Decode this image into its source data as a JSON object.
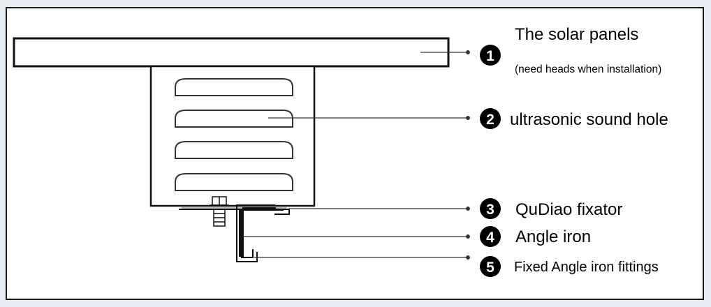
{
  "labels": {
    "l1": {
      "num": "1",
      "title": "The solar panels",
      "note": "(need heads when installation)"
    },
    "l2": {
      "num": "2",
      "title": "ultrasonic sound hole"
    },
    "l3": {
      "num": "3",
      "title": "QuDiao fixator"
    },
    "l4": {
      "num": "4",
      "title": "Angle iron"
    },
    "l5": {
      "num": "5",
      "title": "Fixed Angle iron fittings"
    }
  },
  "colors": {
    "frame": "#1a1a1a",
    "ink": "#000000",
    "background": "#e9eef4"
  }
}
